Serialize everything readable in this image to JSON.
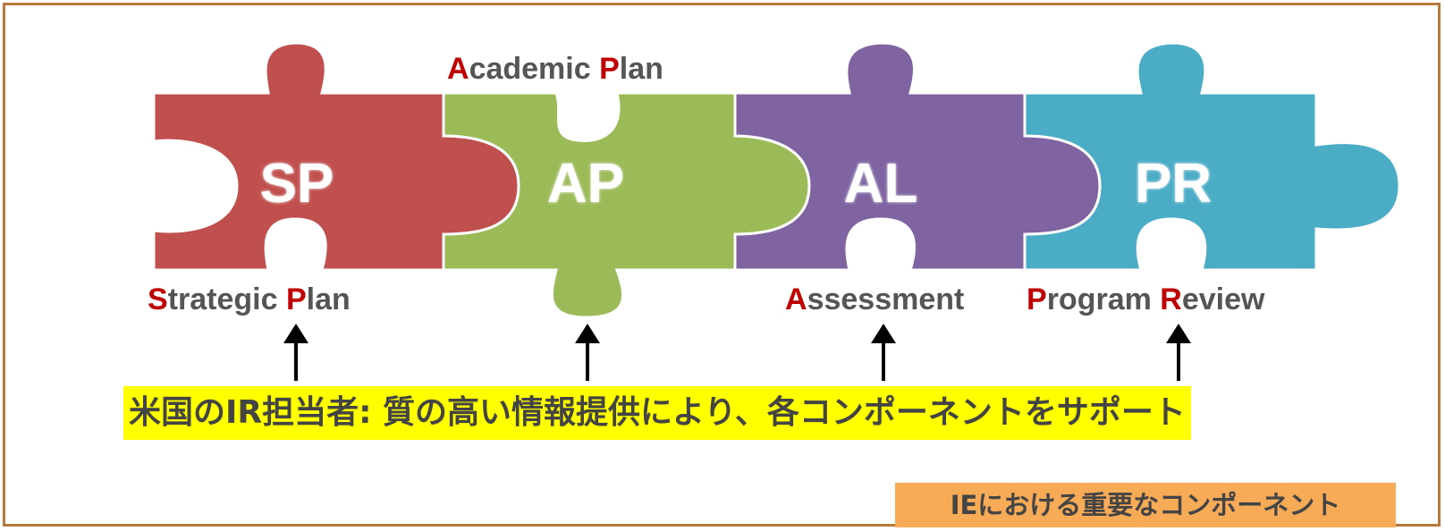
{
  "pieces": [
    {
      "abbr": "SP",
      "color": "#c0504d"
    },
    {
      "abbr": "AP",
      "color": "#9bbb59"
    },
    {
      "abbr": "AL",
      "color": "#8064a2"
    },
    {
      "abbr": "PR",
      "color": "#4bacc6"
    }
  ],
  "captions": {
    "academic_plan": {
      "hl1": "A",
      "rest1": "cademic ",
      "hl2": "P",
      "rest2": "lan"
    },
    "strategic_plan": {
      "hl1": "S",
      "rest1": "trategic ",
      "hl2": "P",
      "rest2": "lan"
    },
    "assessment": {
      "hl1": "A",
      "rest1": "ssessment"
    },
    "program_review": {
      "hl1": "P",
      "rest1": "rogram ",
      "hl2": "R",
      "rest2": "eview"
    }
  },
  "banner": "米国のIR担当者: 質の高い情報提供により、各コンポーネントをサポート",
  "badge": "IEにおける重要なコンポーネント",
  "colors": {
    "accent": "#c00000",
    "banner_bg": "#ffff00",
    "badge_bg": "#f7ab57",
    "frame": "#b8793f"
  }
}
